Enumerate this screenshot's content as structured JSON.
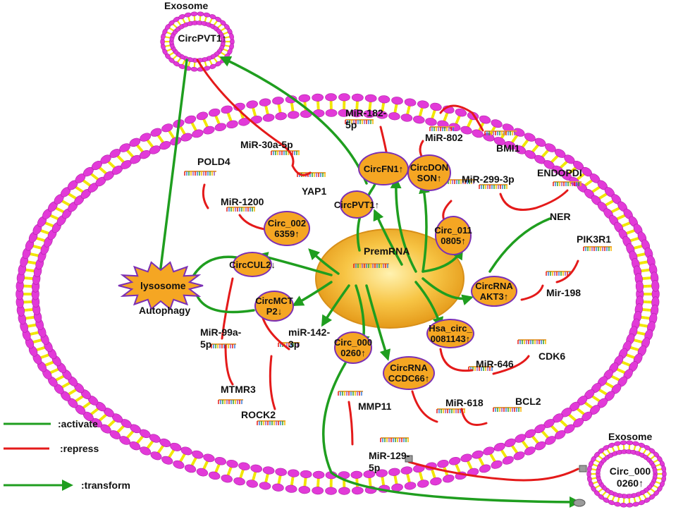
{
  "exosome_top": {
    "title": "Exosome",
    "content": "CircPVT1↑"
  },
  "exosome_bottom": {
    "title": "Exosome",
    "content": "Circ_000\n0260↑"
  },
  "nucleus": {
    "label": "PremRNA"
  },
  "lysosome": {
    "label": "lysosome",
    "caption": "Autophagy"
  },
  "circ_nodes": {
    "circfn1": "CircFN1↑",
    "circdonson": "CircDON\nSON↑",
    "circpvt1": "CircPVT1↑",
    "circ_0026359": "Circ_002\n6359↑",
    "circ_0110805": "Circ_011\n0805↑",
    "circcul2": "CircCUL2↓",
    "circmctp2": "CircMCT\nP2↓",
    "circrna_akt3": "CircRNA\nAKT3↑",
    "hsa_circ_0081143": "Hsa_circ_\n0081143↑",
    "circ_0000260": "Circ_000\n0260↑",
    "circrna_ccdc66": "CircRNA\nCCDC66↑"
  },
  "mirna_labels": {
    "mir_182": "MiR-182-\n5p",
    "mir_802": "MiR-802",
    "mir_30a": "MiR-30a-5p",
    "mir_299": "MiR-299-3p",
    "mir_1200": "MiR-1200",
    "mir_198": "Mir-198",
    "mir_99a": "MiR-99a-\n5p",
    "mir_142": "miR-142-\n3p",
    "mir_646": "MiR-646",
    "mir_618": "MiR-618",
    "mir_129": "MiR-129-\n5p"
  },
  "target_labels": {
    "bmi1": "BMI1",
    "yap1": "YAP1",
    "pold4": "POLD4",
    "endopdi": "ENDOPDI",
    "ner": "NER",
    "pik3r1": "PIK3R1",
    "cdk6": "CDK6",
    "bcl2": "BCL2",
    "mmp11": "MMP11",
    "mtmr3": "MTMR3",
    "rock2": "ROCK2"
  },
  "legend": {
    "activate": ":activate",
    "repress": ":repress",
    "transform": ":transform"
  },
  "colors": {
    "activate": "#1f9e1f",
    "repress": "#e41a1a",
    "node_fill": "#f5a623",
    "node_border": "#7b2fb5",
    "membrane_head": "#e23ad8",
    "membrane_tail": "#f2e600"
  }
}
